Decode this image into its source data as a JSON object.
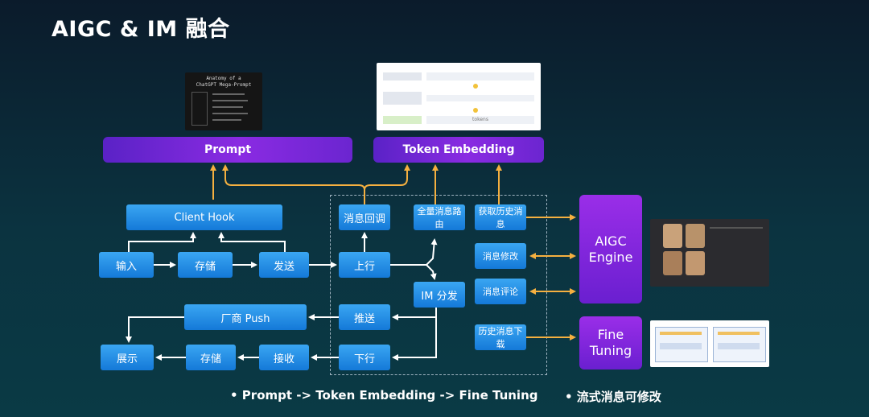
{
  "page": {
    "title": "AIGC & IM 融合"
  },
  "thumbs": {
    "prompt_thumb": {
      "line1": "Anatomy of a",
      "line2": "ChatGPT Mega-Prompt"
    },
    "token_thumb": {
      "label": "tokens"
    }
  },
  "headers": {
    "prompt": "Prompt",
    "token_embedding": "Token Embedding"
  },
  "client_flow": {
    "client_hook": "Client Hook",
    "input": "输入",
    "store_top": "存储",
    "send": "发送",
    "vendor_push": "厂商 Push",
    "display": "展示",
    "store_bottom": "存储",
    "receive": "接收"
  },
  "server_flow": {
    "msg_callback": "消息回调",
    "full_route": "全量消息路由",
    "fetch_history": "获取历史消息",
    "upstream": "上行",
    "msg_edit": "消息修改",
    "im_dispatch": "IM 分发",
    "msg_comment": "消息评论",
    "push": "推送",
    "downstream": "下行",
    "history_download": "历史消息下载"
  },
  "engines": {
    "aigc_line1": "AIGC",
    "aigc_line2": "Engine",
    "fine_line1": "Fine",
    "fine_line2": "Tuning"
  },
  "bullets": {
    "b1": "• Prompt -> Token Embedding -> Fine Tuning",
    "b2": "• 流式消息可修改"
  },
  "colors": {
    "arrow_white": "#ffffff",
    "arrow_orange": "#f5b040",
    "box_blue": "#2a93ea",
    "purple": "#7a2be0"
  }
}
